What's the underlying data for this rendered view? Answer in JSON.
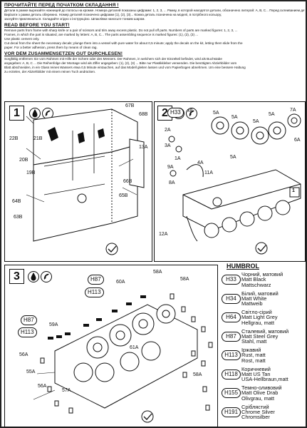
{
  "header": {
    "ru_title": "ПРОЧИТАЙТЕ ПЕРЕД ПОЧАТКОМ СКЛАДАННЯ !",
    "ru_text": [
      "Детали в рамке вырезайте ножницей до полосы на кромке. Номера деталей показаны цифрами: 1, 2, 3, ... Рамку, в которой находятся детали, обозначено литерой: A, B, C... Перед склеиванием детали проверьте. Клеить детали до вказаної сторони. Plastic CEMENT.",
      "Вирізати з рамки деталь обережно. Номер деталей позначено цифрами (1), (2), (3)... Кожна деталь позначена на моделі, в потрібного кольору,",
      "заснуйте приклеюються. Складайте згідно з інструкцією. Шпаклівки наносьте тонким шаром."
    ],
    "en_title": "READ BEFORE YOU START!",
    "en_text": [
      "Remove parts from frame with sharp knife or a pair of scissors and trim away excess plastic. Do not pull off parts. Numbers of parts are marked figures: 1, 2, 3, ...",
      "Frames, in which the part is situated, are marked by letters: A, B, C... The parts assembling sequence is marked figures: (1), (2), (3) ...",
      "Use plastic cement only.",
      "Cut decal from the sheet the necessary decals; plunge them into a vessel with pure water for about 0,5 minute; apply the decals on the kit, letting them slide from the",
      "paper. For a better adhesion, press them by means of clean rag."
    ],
    "de_title": "VOR DEM ZUSAMMENSETZEN GUT DURCHLESEN!",
    "de_text": [
      "Sorgfältig entfernen Sie vom Rahmen mit Hilfe der Schere oder des Messers. Der Rahmen, in welchem sich der Einzelteil befindet, wird als Buchstabe",
      "angegeben: A, B, C ... Die Reihenfolge der Montage wird als Ziffer angegeben: (1), (2), (3) ... Bitte nur Plastikkleber verwenden. Die benötigten Abziehbilder vom",
      "Blatt abschneiden, in ein Glass reines Wassers etwa 0,5 Minute eintauchen, auf das Modell gleiten lassen und vom Papierbogen abnehmen. Um eine bessere Haltung",
      "zu erzielen, der Abziehbilder mit einem reinen Tuch andrücken."
    ]
  },
  "steps": [
    {
      "num": "1",
      "parts": [
        "67B",
        "68B",
        "22B",
        "21B",
        "13A",
        "20B",
        "19B",
        "66B",
        "65B",
        "64B",
        "63B"
      ]
    },
    {
      "num": "2",
      "parts": [
        "H33",
        "x8",
        "5A",
        "5A",
        "5A",
        "5A",
        "5A",
        "7A",
        "2A",
        "4A",
        "6A",
        "3A",
        "1A",
        "11A",
        "9A",
        "8A",
        "12A"
      ],
      "ref": "1"
    },
    {
      "num": "3",
      "parts": [
        "H87",
        "H113",
        "58A",
        "60A",
        "58A",
        "H87",
        "H113",
        "59A",
        "61A",
        "56A",
        "55A",
        "57A",
        "56A",
        "58A"
      ]
    }
  ],
  "humbrol": {
    "title": "HUMBROL",
    "paints": [
      {
        "code": "H33",
        "names": [
          "Чорний, матовий",
          "Matt Black",
          "Mattschwarz"
        ]
      },
      {
        "code": "H34",
        "names": [
          "Білий, матовий",
          "Matt White",
          "Mattweib"
        ]
      },
      {
        "code": "H64",
        "names": [
          "Світло-сірий",
          "Matt Light Grey",
          "Hellgrau, matt"
        ]
      },
      {
        "code": "H87",
        "names": [
          "Сталевий, матовий",
          "Matt Steel Grey",
          "Stahl, matt"
        ]
      },
      {
        "code": "H113",
        "names": [
          "Іржавий",
          "Rust, matt",
          "Rost, matt"
        ]
      },
      {
        "code": "H118",
        "names": [
          "Коричневий",
          "Matt US Tan",
          "USA-Hellbraun,matt"
        ]
      },
      {
        "code": "H155",
        "names": [
          "Темно-оливовий",
          "Matt Olive Drab",
          "Olivgrau, matt"
        ]
      },
      {
        "code": "H191",
        "names": [
          "Сріблястий",
          "Chrome Silver",
          "Chromsilber"
        ]
      }
    ]
  }
}
